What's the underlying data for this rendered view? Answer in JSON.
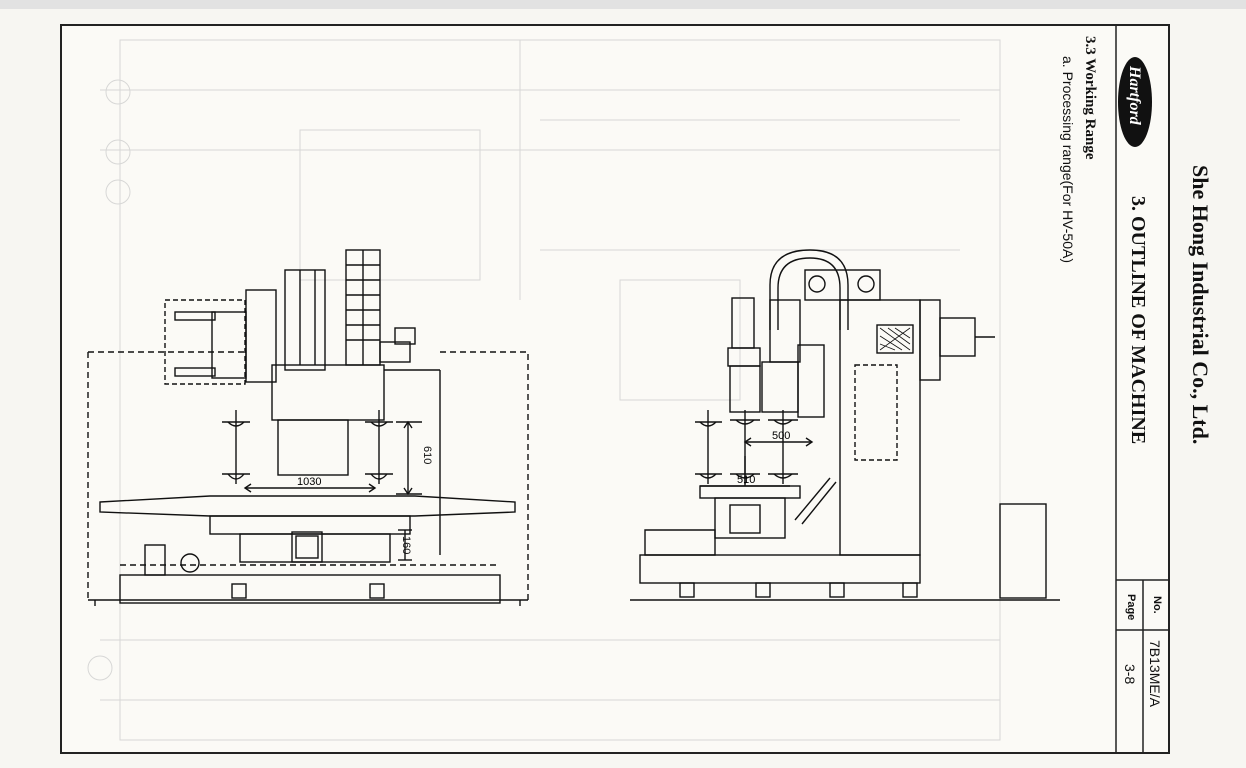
{
  "header": {
    "company": "She Hong Industrial Co., Ltd.",
    "section_title": "3. OUTLINE OF MACHINE",
    "logo": "Hartford"
  },
  "doc_info": {
    "no_label": "No.",
    "no_value": "7B13ME/A",
    "page_label": "Page",
    "page_value": "3-8"
  },
  "content": {
    "subsection": "3.3 Working Range",
    "caption": "a. Processing range(For HV-50A)"
  },
  "dimensions": {
    "front_height": "610",
    "front_width": "1030",
    "front_table": "160",
    "side_depth": "500",
    "side_table": "510"
  }
}
